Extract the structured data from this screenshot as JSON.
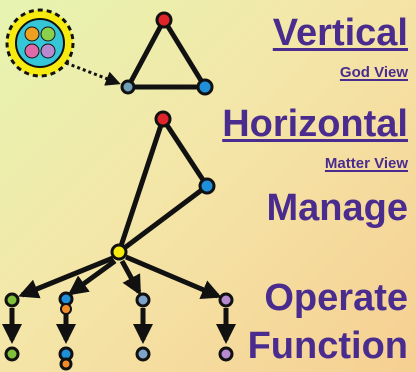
{
  "labels": {
    "vertical": "Vertical",
    "god_view": "God View",
    "horizontal": "Horizontal",
    "matter_view": "Matter View",
    "manage": "Manage",
    "operate": "Operate",
    "function": "Function"
  },
  "colors": {
    "text": "#4a2c8f",
    "line": "#111111",
    "red": "#e0242c",
    "blue": "#1e8fd8",
    "yellow": "#f6ea10",
    "green": "#7fbf3a",
    "steel": "#7fa3c8",
    "violet": "#b78ad0",
    "orange": "#f28c28"
  }
}
